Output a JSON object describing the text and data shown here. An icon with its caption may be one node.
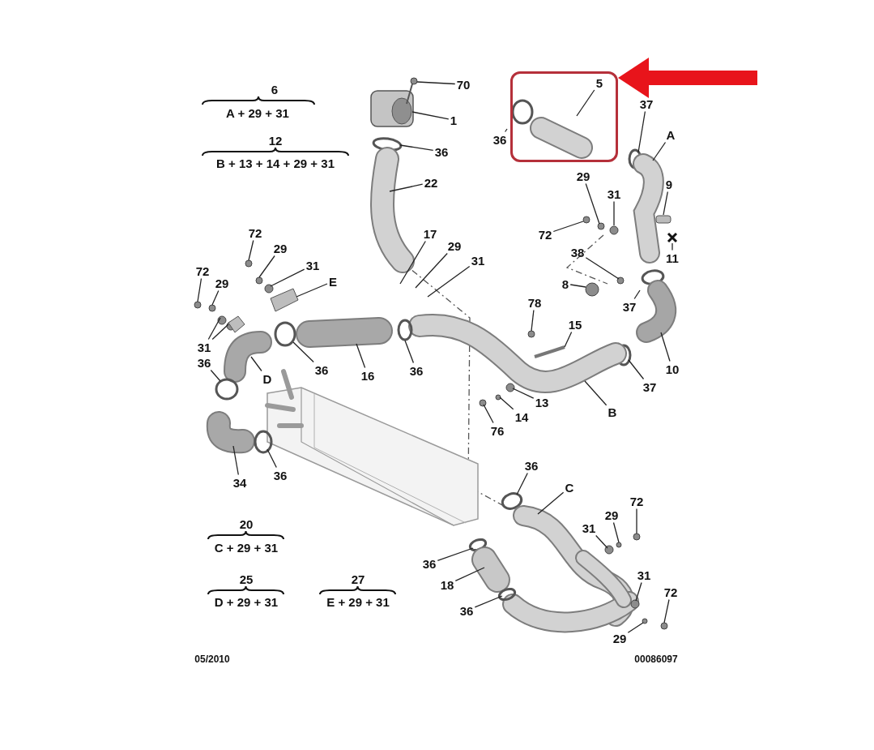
{
  "diagram": {
    "nodes": [
      {
        "text": [],
        "shape": "box"
      },
      {
        "text": [
          "70"
        ]
      },
      {
        "text": [
          "1"
        ]
      },
      {
        "text": [
          "36"
        ]
      },
      {
        "text": [
          "22"
        ]
      },
      {
        "text": [
          "5"
        ],
        "in": 0
      },
      {
        "text": [
          "37"
        ]
      },
      {
        "text": [
          "36"
        ]
      },
      {
        "text": [
          "A"
        ]
      },
      {
        "text": [
          "29"
        ]
      },
      {
        "text": [
          "31"
        ]
      },
      {
        "text": [
          "72"
        ]
      },
      {
        "text": [
          "9"
        ]
      },
      {
        "text": [
          "11"
        ]
      },
      {
        "text": [
          "38"
        ]
      },
      {
        "text": [
          "8"
        ]
      },
      {
        "text": [
          "37"
        ]
      },
      {
        "text": [
          "17"
        ]
      },
      {
        "text": [
          "29"
        ]
      },
      {
        "text": [
          "31"
        ]
      },
      {
        "text": [
          "72"
        ]
      },
      {
        "text": [
          "29"
        ]
      },
      {
        "text": [
          "31"
        ]
      },
      {
        "text": [
          "E"
        ]
      },
      {
        "text": [
          "72"
        ]
      },
      {
        "text": [
          "29"
        ]
      },
      {
        "text": [
          "31"
        ]
      },
      {
        "text": [
          "36"
        ]
      },
      {
        "text": [
          "D"
        ]
      },
      {
        "text": [
          "36"
        ]
      },
      {
        "text": [
          "16"
        ]
      },
      {
        "text": [
          "36"
        ]
      },
      {
        "text": [
          "78"
        ]
      },
      {
        "text": [
          "15"
        ]
      },
      {
        "text": [
          "37"
        ]
      },
      {
        "text": [
          "10"
        ]
      },
      {
        "text": [
          "13"
        ]
      },
      {
        "text": [
          "14"
        ]
      },
      {
        "text": [
          "76"
        ]
      },
      {
        "text": [
          "B"
        ]
      },
      {
        "text": [
          "34"
        ]
      },
      {
        "text": [
          "36"
        ]
      },
      {
        "text": [
          "36"
        ]
      },
      {
        "text": [
          "C"
        ]
      },
      {
        "text": [
          "72"
        ]
      },
      {
        "text": [
          "29"
        ]
      },
      {
        "text": [
          "31"
        ]
      },
      {
        "text": [
          "36"
        ]
      },
      {
        "text": [
          "18"
        ]
      },
      {
        "text": [
          "36"
        ]
      },
      {
        "text": [
          "31"
        ]
      },
      {
        "text": [
          "72"
        ]
      },
      {
        "text": [
          "29"
        ]
      }
    ],
    "edges": [
      {
        "from": null,
        "to": 0,
        "arrow": "to",
        "style": "thick",
        "color": "#e8141b"
      },
      {
        "from": 1,
        "to": null,
        "arrow": "none"
      },
      {
        "from": 2,
        "to": null,
        "arrow": "none"
      },
      {
        "from": 3,
        "to": null,
        "arrow": "none"
      },
      {
        "from": 4,
        "to": null,
        "arrow": "none"
      },
      {
        "from": 5,
        "to": null,
        "arrow": "none"
      },
      {
        "from": 6,
        "to": null,
        "arrow": "none"
      },
      {
        "from": 7,
        "to": null,
        "arrow": "none"
      },
      {
        "from": 8,
        "to": null,
        "arrow": "none"
      },
      {
        "from": 9,
        "to": null,
        "arrow": "none"
      },
      {
        "from": 10,
        "to": null,
        "arrow": "none"
      },
      {
        "from": 11,
        "to": null,
        "arrow": "none"
      },
      {
        "from": 12,
        "to": null,
        "arrow": "none"
      },
      {
        "from": 13,
        "to": null,
        "arrow": "none"
      },
      {
        "from": 14,
        "to": null,
        "arrow": "none"
      },
      {
        "from": 15,
        "to": null,
        "arrow": "none"
      },
      {
        "from": 16,
        "to": null,
        "arrow": "none"
      },
      {
        "from": 17,
        "to": null,
        "arrow": "none"
      },
      {
        "from": 18,
        "to": null,
        "arrow": "none"
      },
      {
        "from": 19,
        "to": null,
        "arrow": "none"
      },
      {
        "from": 20,
        "to": null,
        "arrow": "none"
      },
      {
        "from": 21,
        "to": null,
        "arrow": "none"
      },
      {
        "from": 22,
        "to": null,
        "arrow": "none"
      },
      {
        "from": 23,
        "to": null,
        "arrow": "none"
      },
      {
        "from": 24,
        "to": null,
        "arrow": "none"
      },
      {
        "from": 25,
        "to": null,
        "arrow": "none"
      },
      {
        "from": 26,
        "to": null,
        "arrow": "none"
      },
      {
        "from": 26,
        "to": null,
        "arrow": "none"
      },
      {
        "from": 27,
        "to": null,
        "arrow": "none"
      },
      {
        "from": 28,
        "to": null,
        "arrow": "none"
      },
      {
        "from": 29,
        "to": null,
        "arrow": "none"
      },
      {
        "from": 30,
        "to": null,
        "arrow": "none"
      },
      {
        "from": 31,
        "to": null,
        "arrow": "none"
      },
      {
        "from": 32,
        "to": null,
        "arrow": "none"
      },
      {
        "from": 33,
        "to": null,
        "arrow": "none"
      },
      {
        "from": 34,
        "to": null,
        "arrow": "none"
      },
      {
        "from": 35,
        "to": null,
        "arrow": "none"
      },
      {
        "from": 36,
        "to": null,
        "arrow": "none"
      },
      {
        "from": 37,
        "to": null,
        "arrow": "none"
      },
      {
        "from": 38,
        "to": null,
        "arrow": "none"
      },
      {
        "from": 39,
        "to": null,
        "arrow": "none"
      },
      {
        "from": 40,
        "to": null,
        "arrow": "none"
      },
      {
        "from": 41,
        "to": null,
        "arrow": "none"
      },
      {
        "from": 42,
        "to": null,
        "arrow": "none"
      },
      {
        "from": 43,
        "to": null,
        "arrow": "none"
      },
      {
        "from": 44,
        "to": null,
        "arrow": "none"
      },
      {
        "from": 45,
        "to": null,
        "arrow": "none"
      },
      {
        "from": 46,
        "to": null,
        "arrow": "none"
      },
      {
        "from": 47,
        "to": null,
        "arrow": "none"
      },
      {
        "from": 48,
        "to": null,
        "arrow": "none"
      },
      {
        "from": 49,
        "to": null,
        "arrow": "none"
      },
      {
        "from": 50,
        "to": null,
        "arrow": "none"
      },
      {
        "from": 51,
        "to": null,
        "arrow": "none"
      },
      {
        "from": 52,
        "to": null,
        "arrow": "none"
      }
    ],
    "labels": [
      "6",
      "A + 29 + 31",
      "12",
      "B + 13 + 14 + 29 + 31",
      "20",
      "C + 29 + 31",
      "25",
      "D + 29 + 31",
      "27",
      "E + 29 + 31",
      "05/2010",
      "00086097"
    ]
  }
}
